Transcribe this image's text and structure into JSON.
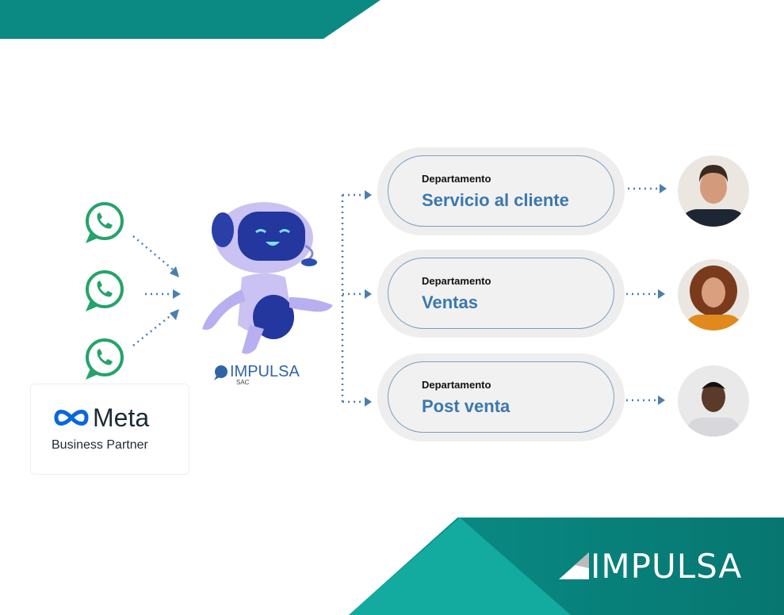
{
  "colors": {
    "teal": "#0b8a83",
    "teal_light": "#13aaa0",
    "accent_blue": "#3a78ad",
    "whatsapp_green": "#25a36b"
  },
  "sources": [
    {
      "icon": "whatsapp-icon"
    },
    {
      "icon": "whatsapp-icon"
    },
    {
      "icon": "whatsapp-icon"
    }
  ],
  "meta_badge": {
    "brand": "Meta",
    "subtitle": "Business Partner"
  },
  "bot": {
    "brand": "IMPULSA",
    "sub": "SAC"
  },
  "departments": [
    {
      "label": "Departamento",
      "name": "Servicio al cliente"
    },
    {
      "label": "Departamento",
      "name": "Ventas"
    },
    {
      "label": "Departamento",
      "name": "Post venta"
    }
  ],
  "footer": {
    "brand": "IMPULSA"
  }
}
